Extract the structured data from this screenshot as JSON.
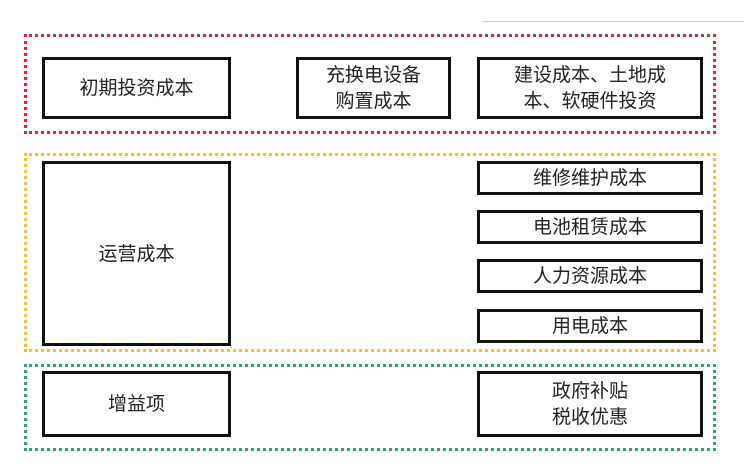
{
  "groups": {
    "initial": {
      "color": "#d8283c",
      "items": [
        "初期投资成本",
        "充换电设备\n购置成本",
        "建设成本、土地成\n本、软硬件投资"
      ]
    },
    "operating": {
      "color": "#f0c233",
      "main": "运营成本",
      "items": [
        "维修维护成本",
        "电池租赁成本",
        "人力资源成本",
        "用电成本"
      ]
    },
    "gain": {
      "color": "#2aa870",
      "main": "增益项",
      "items": [
        "政府补贴\n税收优惠"
      ]
    }
  }
}
